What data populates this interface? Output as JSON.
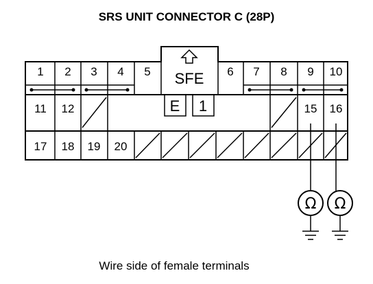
{
  "title": "SRS UNIT CONNECTOR C (28P)",
  "caption": "Wire side of female terminals",
  "connector": {
    "center_label": "SFE",
    "box_labels": [
      "E",
      "1"
    ],
    "row1": [
      "1",
      "2",
      "3",
      "4",
      "5",
      "6",
      "7",
      "8",
      "9",
      "10"
    ],
    "row2": [
      "11",
      "12",
      "15",
      "16"
    ],
    "row3": [
      "17",
      "18",
      "19",
      "20"
    ]
  },
  "meters": [
    {
      "symbol": "Ω"
    },
    {
      "symbol": "Ω"
    }
  ],
  "icons": [
    "up-arrow-icon",
    "ohmmeter-icon",
    "ground-icon"
  ]
}
